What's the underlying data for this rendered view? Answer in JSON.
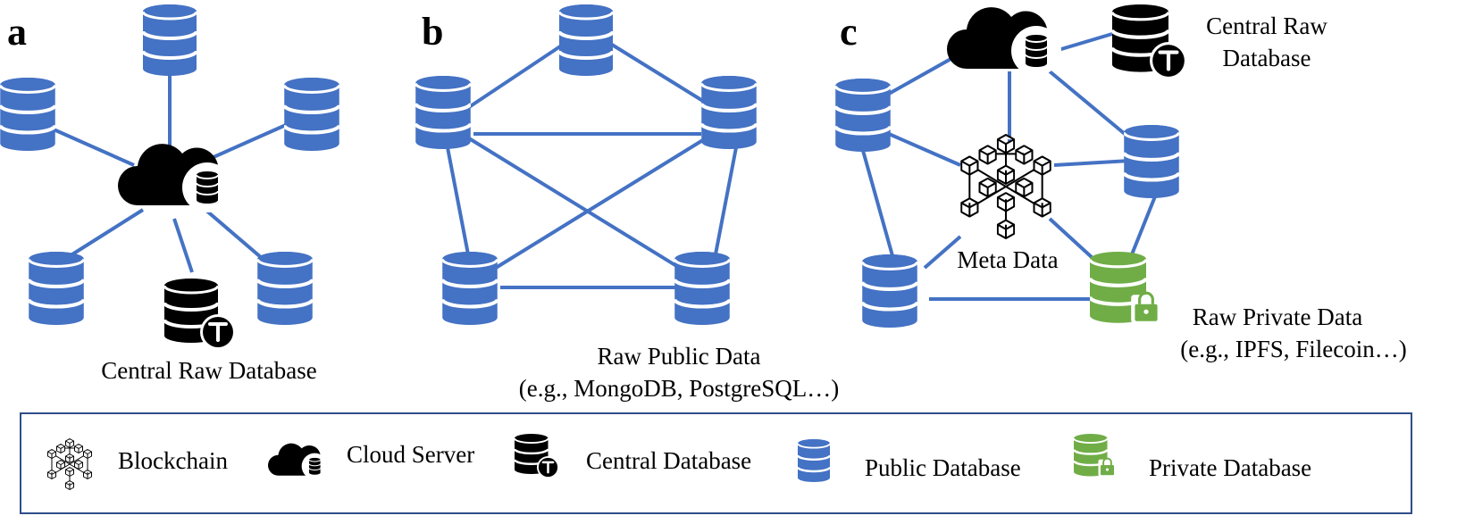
{
  "panels": [
    {
      "letter": "a",
      "caption": "Central Raw Database"
    },
    {
      "letter": "b",
      "caption_line1": "Raw Public Data",
      "caption_line2": "(e.g., MongoDB, PostgreSQL…)"
    },
    {
      "letter": "c",
      "caption_central_line1": "Central Raw",
      "caption_central_line2": "Database",
      "caption_meta": "Meta Data",
      "caption_private_line1": "Raw Private Data",
      "caption_private_line2": "(e.g., IPFS, Filecoin…)"
    }
  ],
  "legend": {
    "items": [
      {
        "icon": "blockchain-icon",
        "label": "Blockchain"
      },
      {
        "icon": "cloud-server-icon",
        "label": "Cloud Server"
      },
      {
        "icon": "central-database-icon",
        "label": "Central Database"
      },
      {
        "icon": "public-database-icon",
        "label": "Public Database"
      },
      {
        "icon": "private-database-icon",
        "label": "Private Database"
      }
    ]
  },
  "colors": {
    "public": "#4472c4",
    "private": "#70ad47",
    "central": "#000000",
    "link": "#4472c4",
    "legend_border": "#2f4d8a"
  }
}
